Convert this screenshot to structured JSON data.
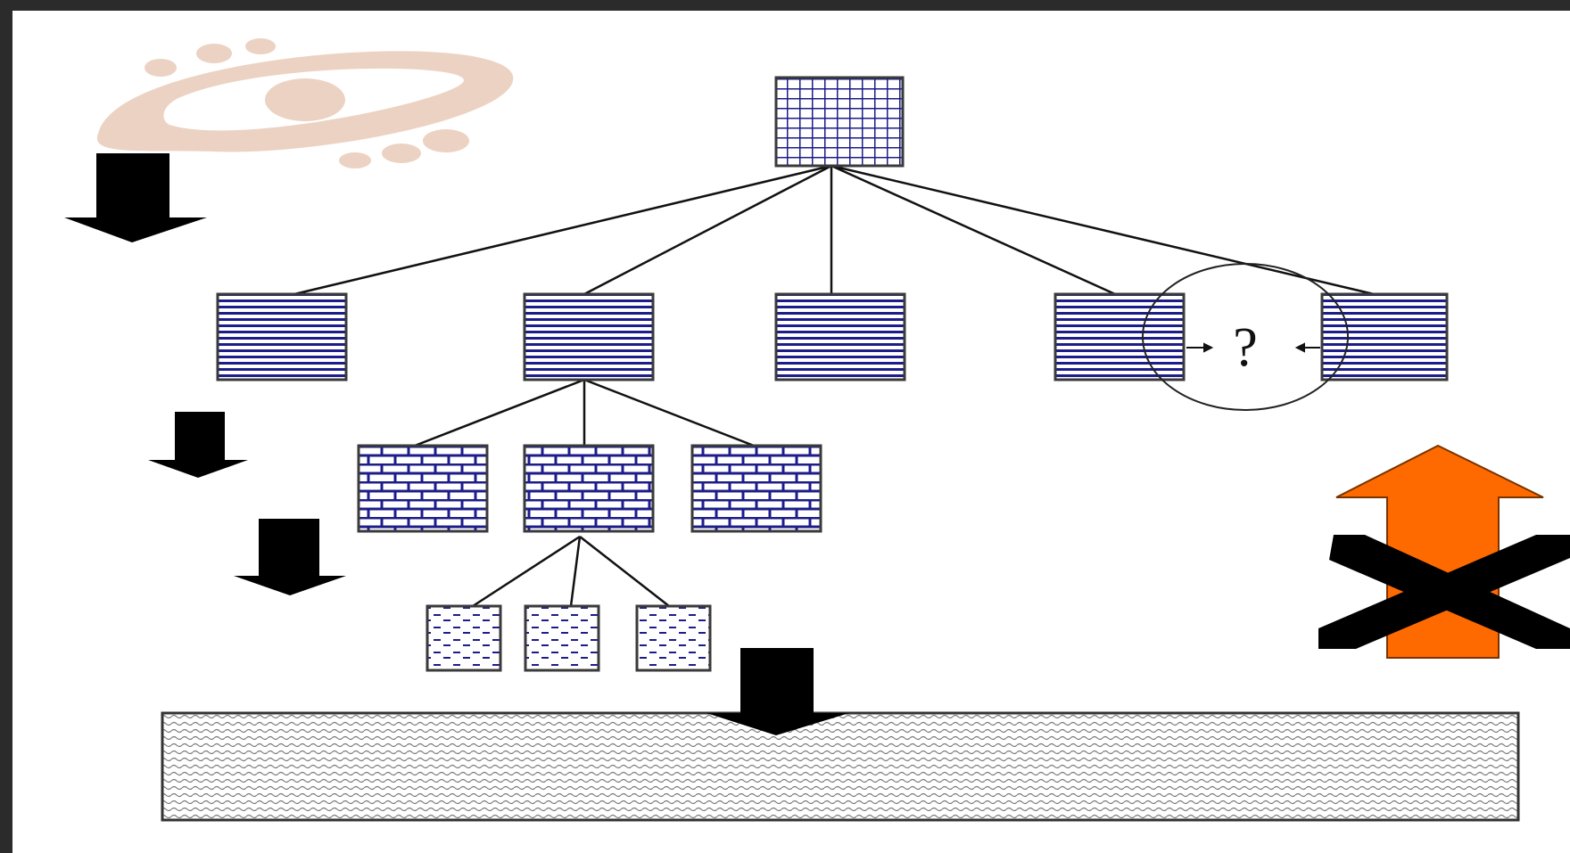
{
  "diagram": {
    "question_label": "?",
    "colors": {
      "frame_dark": "#2b2b2b",
      "canvas": "#ffffff",
      "box_pattern": "#1c1c8a",
      "box_outline": "#3a3a3a",
      "arrow_black": "#000000",
      "arrow_orange": "#ff6a00",
      "logo_tint": "#ecd2c2",
      "connector": "#111111"
    },
    "nodes": {
      "root": {
        "pattern": "grid"
      },
      "level1": [
        {
          "pattern": "horizontal-lines"
        },
        {
          "pattern": "horizontal-lines"
        },
        {
          "pattern": "horizontal-lines"
        },
        {
          "pattern": "horizontal-lines"
        },
        {
          "pattern": "horizontal-lines"
        }
      ],
      "level2": [
        {
          "pattern": "brick"
        },
        {
          "pattern": "brick"
        },
        {
          "pattern": "brick"
        }
      ],
      "level3": [
        {
          "pattern": "dashes"
        },
        {
          "pattern": "dashes"
        },
        {
          "pattern": "dashes"
        }
      ],
      "base": {
        "pattern": "wave"
      }
    },
    "icons": [
      "logo-icon",
      "down-arrow-icon",
      "up-arrow-icon",
      "cross-icon"
    ]
  }
}
